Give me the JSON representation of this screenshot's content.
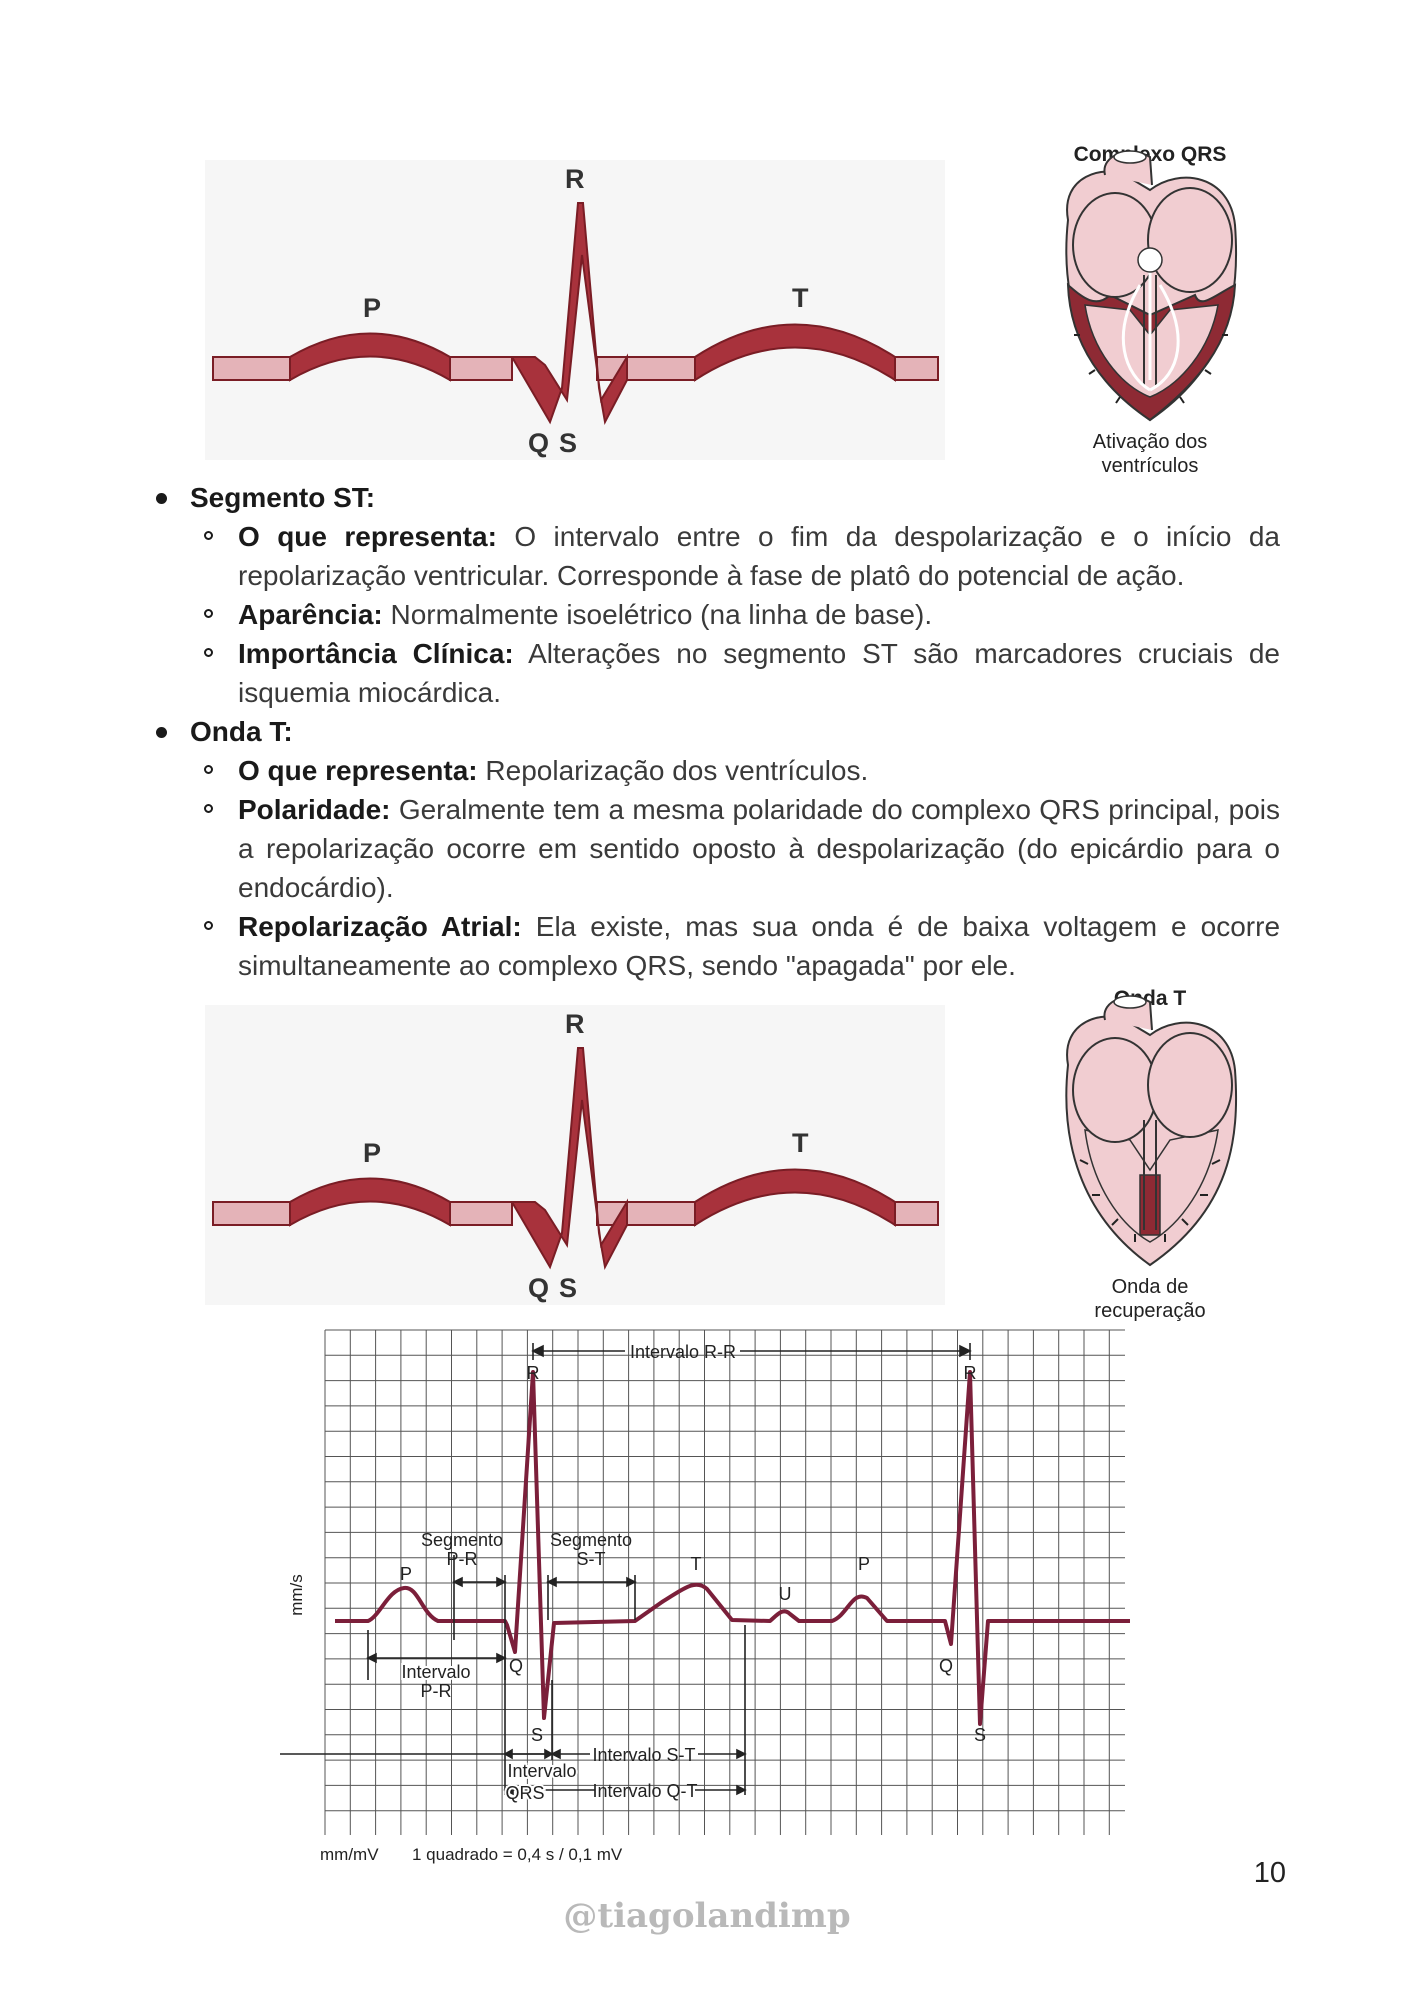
{
  "top_figure": {
    "wave_labels": {
      "p": "P",
      "r": "R",
      "t": "T",
      "q": "Q",
      "s": "S"
    },
    "heart_title": "Complexo QRS",
    "heart_caption_1": "Ativação dos",
    "heart_caption_2": "ventrículos"
  },
  "content": [
    {
      "heading": "Segmento ST:",
      "items": [
        {
          "label": "O que representa:",
          "text": " O intervalo entre o fim da despolarização e o início da repolarização ventricular. Corresponde à fase de platô do potencial de ação."
        },
        {
          "label": "Aparência:",
          "text": " Normalmente isoelétrico (na linha de base)."
        },
        {
          "label": "Importância Clínica:",
          "text": " Alterações no segmento ST são marcadores cruciais de isquemia miocárdica."
        }
      ]
    },
    {
      "heading": "Onda T:",
      "items": [
        {
          "label": "O que representa:",
          "text": " Repolarização dos ventrículos."
        },
        {
          "label": "Polaridade:",
          "text": " Geralmente tem a mesma polaridade do complexo QRS principal, pois a repolarização ocorre em sentido oposto à despolarização (do epicárdio para o endocárdio)."
        },
        {
          "label": "Repolarização Atrial:",
          "text": " Ela existe, mas sua onda é de baixa voltagem e ocorre simultaneamente ao complexo QRS, sendo \"apagada\" por ele."
        }
      ]
    }
  ],
  "middle_figure": {
    "wave_labels": {
      "p": "P",
      "r": "R",
      "t": "T",
      "q": "Q",
      "s": "S"
    },
    "heart_title": "Onda T",
    "heart_caption_1": "Onda de",
    "heart_caption_2": "recuperação"
  },
  "ecg": {
    "axis_label": "mm/s",
    "rr_label": "Intervalo R-R",
    "r1": "R",
    "r2": "R",
    "seg_pr_1": "Segmento",
    "seg_pr_2": "P-R",
    "seg_st_1": "Segmento",
    "seg_st_2": "S-T",
    "p1": "P",
    "t": "T",
    "u": "U",
    "p2": "P",
    "q1": "Q",
    "q2": "Q",
    "s1": "S",
    "s2": "S",
    "int_pr_1": "Intervalo",
    "int_pr_2": "P-R",
    "int_st": "Intervalo S-T",
    "int_qrs_1": "Intervalo",
    "int_qrs_2": "QRS",
    "int_qt": "Intervalo Q-T",
    "footer_units": "mm/mV",
    "footer_scale": "1 quadrado = 0,4 s / 0,1 mV"
  },
  "page_number": "10",
  "handle": "@tiagolandimp",
  "colors": {
    "wave_fill": "#a8323c",
    "wave_light": "#e4b3b8",
    "ecg_trace": "#7b1f3a",
    "grid": "#555555",
    "heart_dark": "#8e2a34",
    "heart_light": "#f1cdd1"
  }
}
